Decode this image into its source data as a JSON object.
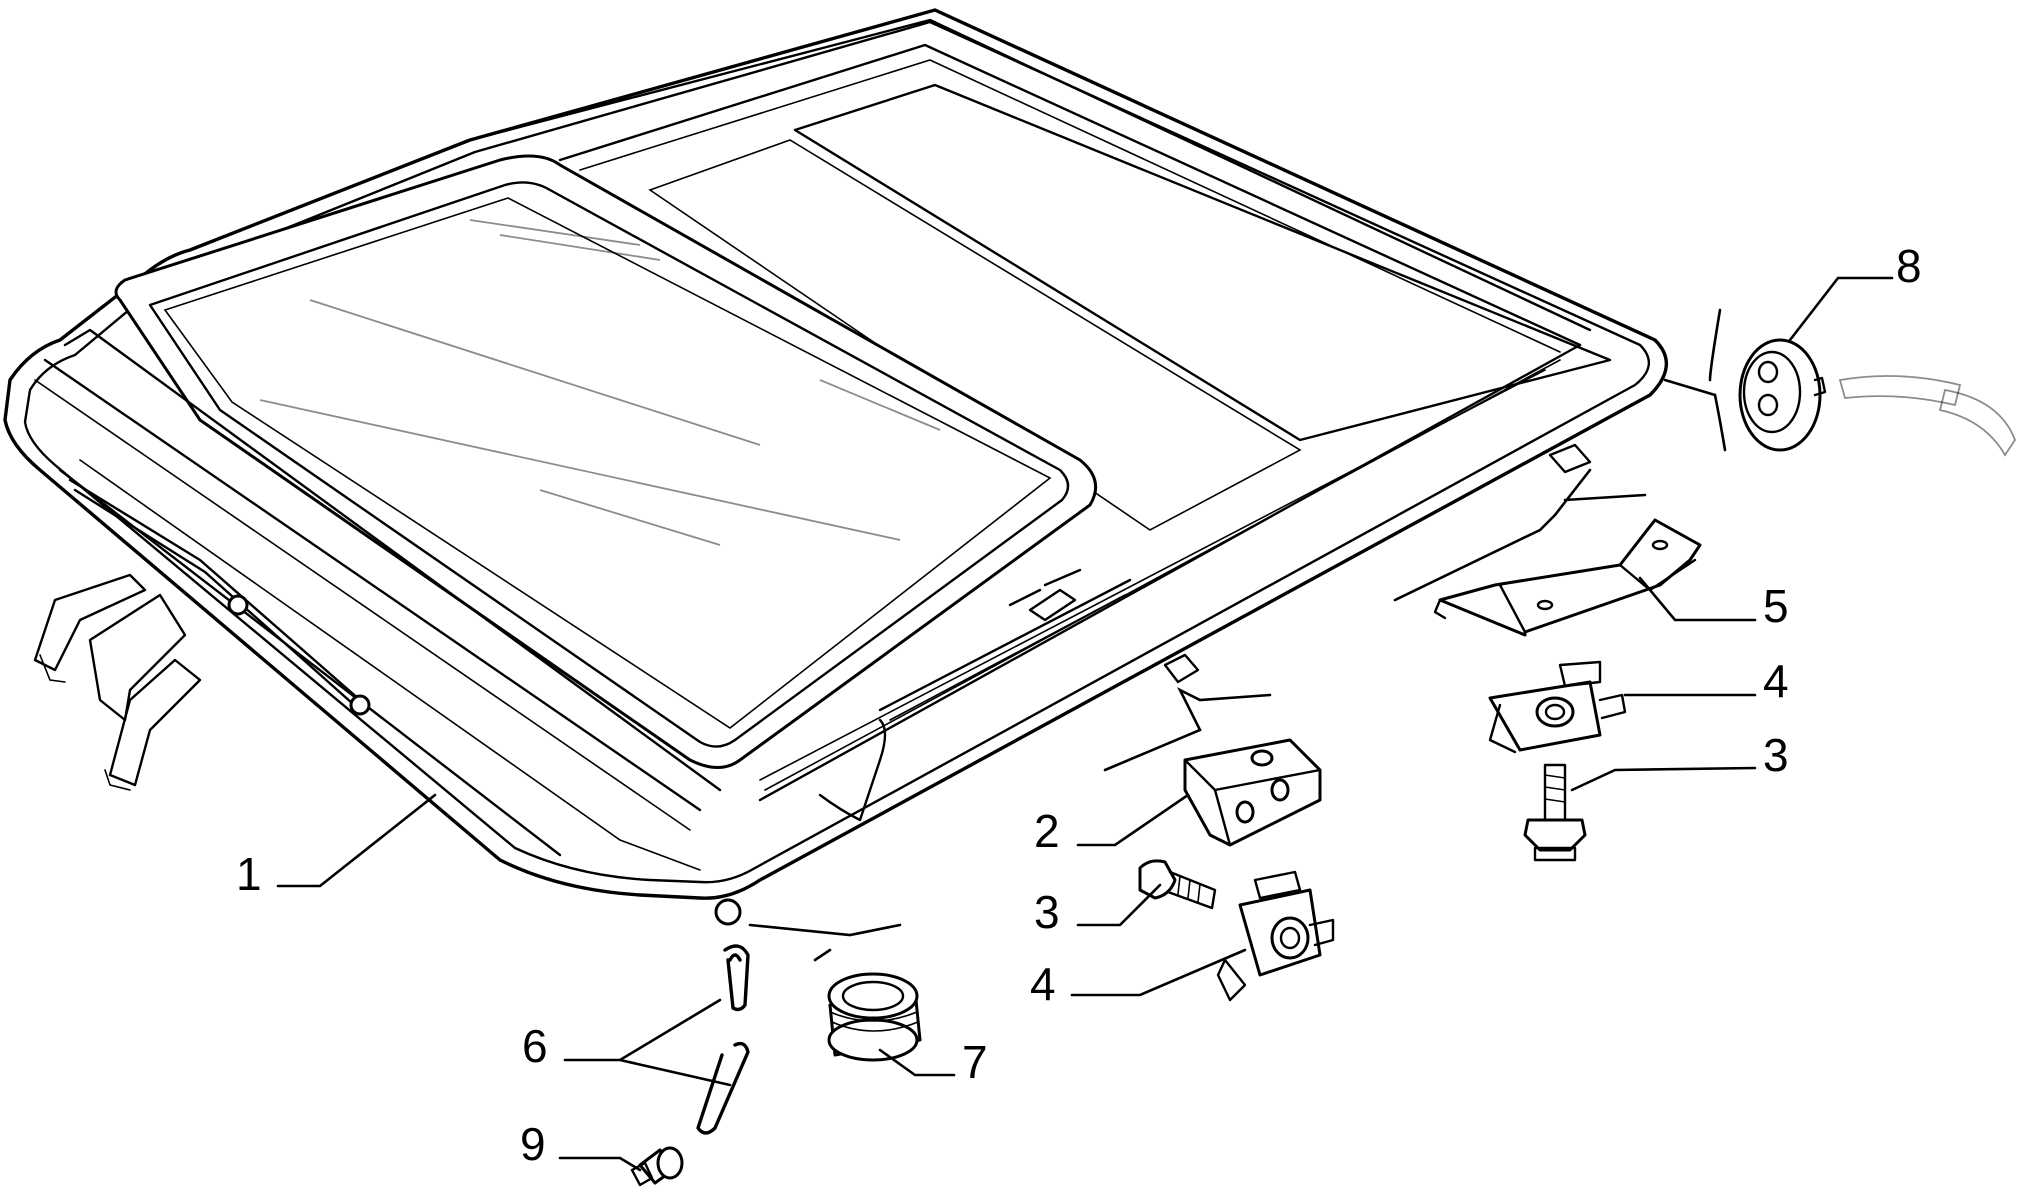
{
  "callouts": {
    "c1": "1",
    "c2": "2",
    "c3a": "3",
    "c3b": "3",
    "c4a": "4",
    "c4b": "4",
    "c5": "5",
    "c6": "6",
    "c7": "7",
    "c8": "8",
    "c9": "9"
  },
  "colors": {
    "line": "#000000",
    "background": "#ffffff"
  }
}
